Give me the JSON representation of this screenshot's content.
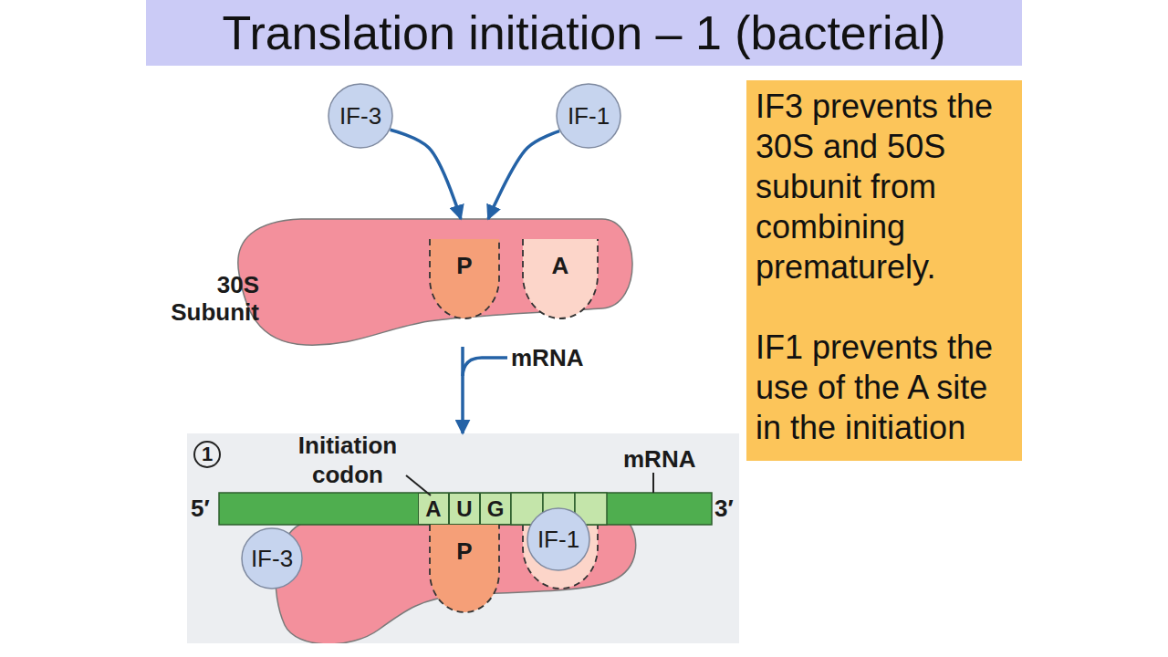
{
  "diagram": {
    "title": "Translation initiation – 1 (bacterial)",
    "nodes": [
      {
        "text": [
          "IF-3"
        ]
      },
      {
        "text": [
          "IF-1"
        ]
      },
      {
        "text": [
          "30S Subunit"
        ]
      },
      {
        "text": [
          "P"
        ],
        "in": 2
      },
      {
        "text": [
          "A"
        ],
        "in": 2
      },
      {
        "text": [
          "1"
        ]
      },
      {
        "text": [
          "5′",
          "3′"
        ],
        "in": 5
      },
      {
        "text": [
          "A"
        ],
        "in": 6
      },
      {
        "text": [
          "U"
        ],
        "in": 6
      },
      {
        "text": [
          "G"
        ],
        "in": 6
      },
      {
        "text": [
          "IF-3"
        ],
        "in": 5
      },
      {
        "text": [
          "P"
        ],
        "in": 5
      },
      {
        "text": [
          "IF-1"
        ],
        "in": 5
      },
      {
        "text": [
          "IF3 prevents the 30S and 50S subunit from combining prematurely.",
          "IF1 prevents the use of the A site in the initiation"
        ]
      }
    ],
    "edges": [
      {
        "from": 0,
        "to": 2,
        "arrow": "to"
      },
      {
        "from": 1,
        "to": 2,
        "arrow": "to"
      },
      {
        "from": 2,
        "to": 5,
        "arrow": "to",
        "label": "mRNA"
      }
    ],
    "labels": [
      "Initiation codon",
      "mRNA"
    ]
  }
}
